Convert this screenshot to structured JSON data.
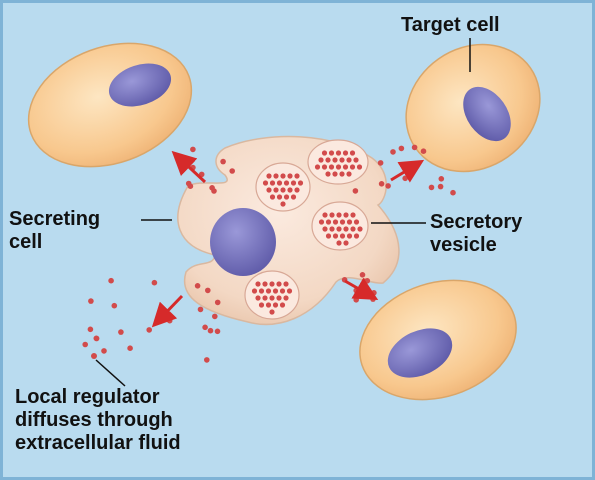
{
  "labels": {
    "target_cell": "Target cell",
    "secreting_cell": [
      "Secreting",
      "cell"
    ],
    "secretory_vesicle": [
      "Secretory",
      "vesicle"
    ],
    "local_regulator": [
      "Local regulator",
      "diffuses through",
      "extracellular fluid"
    ]
  },
  "colors": {
    "background": "#b9dbef",
    "border": "#7fb3d6",
    "target_cell_fill": "#f8c88e",
    "target_cell_edge": "#d9a66a",
    "nucleus": "#6f6cb8",
    "secreting_cell_fill": "#f3d8c4",
    "secreting_cell_edge": "#d9b8a0",
    "vesicle_fill": "#fbe9df",
    "molecule": "#d24b4b",
    "arrow": "#d62a2a",
    "label_text": "#111111"
  }
}
